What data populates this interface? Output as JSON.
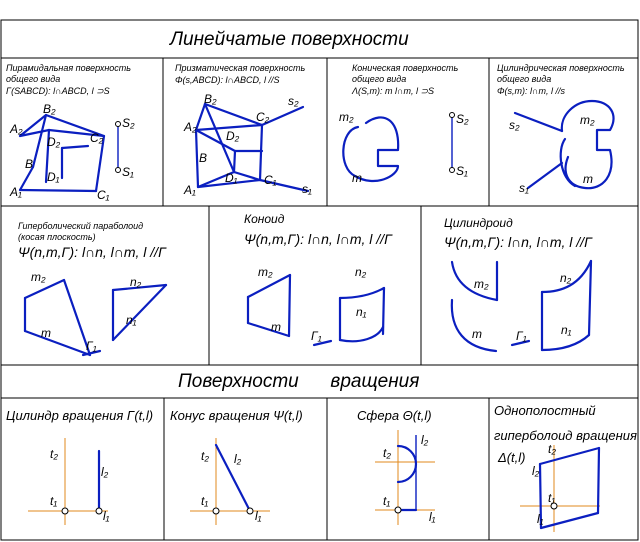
{
  "title_top": "Линейчатые поверхности",
  "title_rotation": "Поверхности      вращения",
  "panels": {
    "pyramidal": {
      "caption1": "Пирамидальная поверхность",
      "caption2": "общего вида",
      "formula": "Γ(SABCD): l∩ABCD, l ⊃S"
    },
    "prismatic": {
      "caption1": "Призматическая поверхность",
      "caption2": "Φ(s,ABCD): l∩ABCD, l //S"
    },
    "conical": {
      "caption1": "Коническая поверхность",
      "caption2": "общего вида",
      "formula": "Λ(S,m): m l∩m, l ⊃S"
    },
    "cylindrical": {
      "caption1": "Цилиндрическая поверхность",
      "caption2": "общего вида",
      "formula": "Φ(s,m): l∩m,   l //s"
    },
    "paraboloid": {
      "caption1": "Гиперболический параболоид",
      "caption2": "(косая плоскость)",
      "formula": "Ψ(n,m,Γ): l∩n, l∩m, l //Γ"
    },
    "conoid": {
      "caption1": "Коноид",
      "formula": "Ψ(n,m,Γ): l∩n, l∩m, l //Γ"
    },
    "cylindroid": {
      "caption1": "Цилиндроид",
      "formula": "Ψ(n,m,Γ): l∩n, l∩m, l //Γ"
    },
    "cyl_rotation": {
      "caption": "Цилиндр вращения Γ(t,l)"
    },
    "cone_rotation": {
      "caption": "Конус  вращения Ψ(t,l)"
    },
    "sphere": {
      "caption": "Сфера  Θ(t,l)"
    },
    "hyperboloid": {
      "caption1": "Однополостный",
      "caption2": "гиперболоид вращения",
      "formula": "Δ(t,l)"
    }
  },
  "labels": {
    "A2": "A₂",
    "B2": "B₂",
    "C2": "C₂",
    "D2": "D₂",
    "A1": "A₁",
    "B1": "B",
    "C1": "C₁",
    "D1": "D₁",
    "D1b": "D",
    "S2": "S₂",
    "S1": "S₁",
    "s2": "s₂",
    "s1": "s₁",
    "m2": "m₂",
    "m1": "m",
    "n2": "n₂",
    "n1": "n₁",
    "G1": "Γ₁",
    "t2": "t₂",
    "t1": "t₁",
    "l2": "l₂",
    "l1": "l₁"
  },
  "colors": {
    "line": "#0b1fc0",
    "axis": "#e08a1e",
    "ink": "#000000"
  }
}
